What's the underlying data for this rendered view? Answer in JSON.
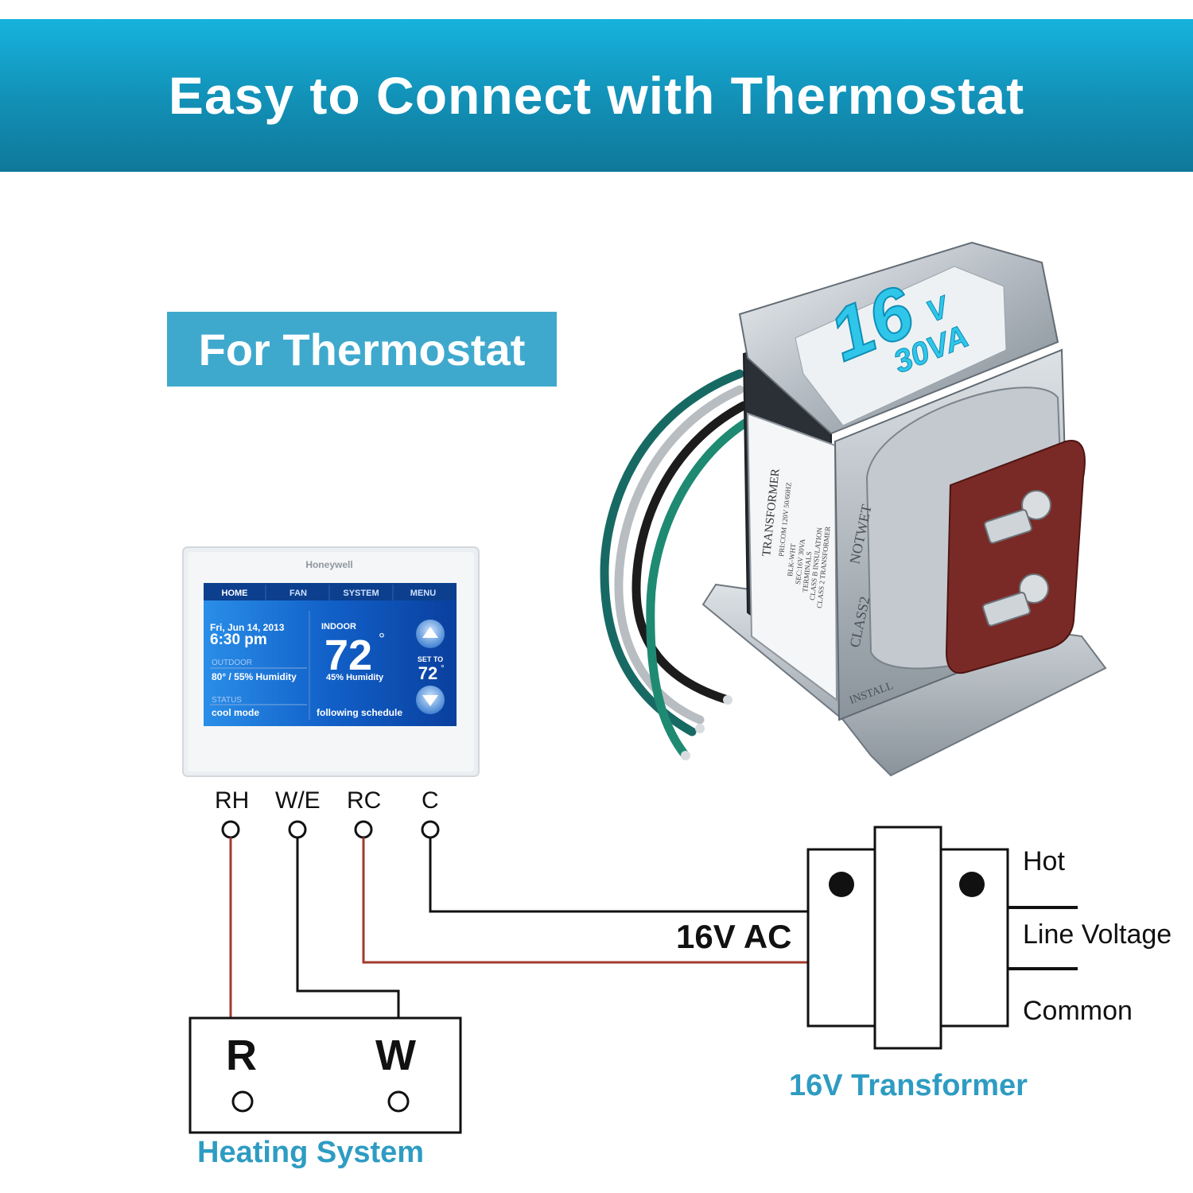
{
  "banner": {
    "title": "Easy to Connect with Thermostat"
  },
  "tag": {
    "label": "For Thermostat"
  },
  "thermostat": {
    "brand": "Honeywell",
    "tabs": [
      "HOME",
      "FAN",
      "SYSTEM",
      "MENU"
    ],
    "date": "Fri, Jun 14, 2013",
    "time": "6:30 pm",
    "outdoor_label": "OUTDOOR",
    "outdoor_value": "80° / 55% Humidity",
    "status_label": "STATUS",
    "status_value": "cool mode",
    "indoor_label": "INDOOR",
    "indoor_temp": "72",
    "indoor_unit": "°",
    "indoor_humidity": "45% Humidity",
    "schedule": "following schedule",
    "set_to_label": "SET TO",
    "set_to_value": "72",
    "set_to_unit": "°"
  },
  "transformer_product": {
    "voltage": "16",
    "voltage_unit": "V",
    "power": "30VA",
    "side_label": "TRANSFORMER",
    "side_specs": [
      "PRI:COM 120V 50/60HZ",
      "BLK-WHT",
      "SEC:16V 30VA",
      "TERMINALS",
      "CLASS B INSULATION",
      "CLASS 2 TRANSFORMER"
    ],
    "front_labels": [
      "CLASS2",
      "NOTWET"
    ],
    "install_label": "INSTALL"
  },
  "wiring": {
    "terminals": [
      "RH",
      "W/E",
      "RC",
      "C"
    ],
    "heating_terminals": [
      "R",
      "W"
    ],
    "heating_caption": "Heating System",
    "ac_label": "16V AC",
    "side_labels": [
      "Hot",
      "Line Voltage",
      "Common"
    ],
    "transformer_caption_prefix": "16V",
    "transformer_caption_rest": " Transformer"
  },
  "colors": {
    "banner": "#1497c0",
    "tag": "#3fa9cd",
    "caption": "#2e9cc2",
    "red_wire": "#a33a2c",
    "screen_blue": "#1a5fc8"
  }
}
